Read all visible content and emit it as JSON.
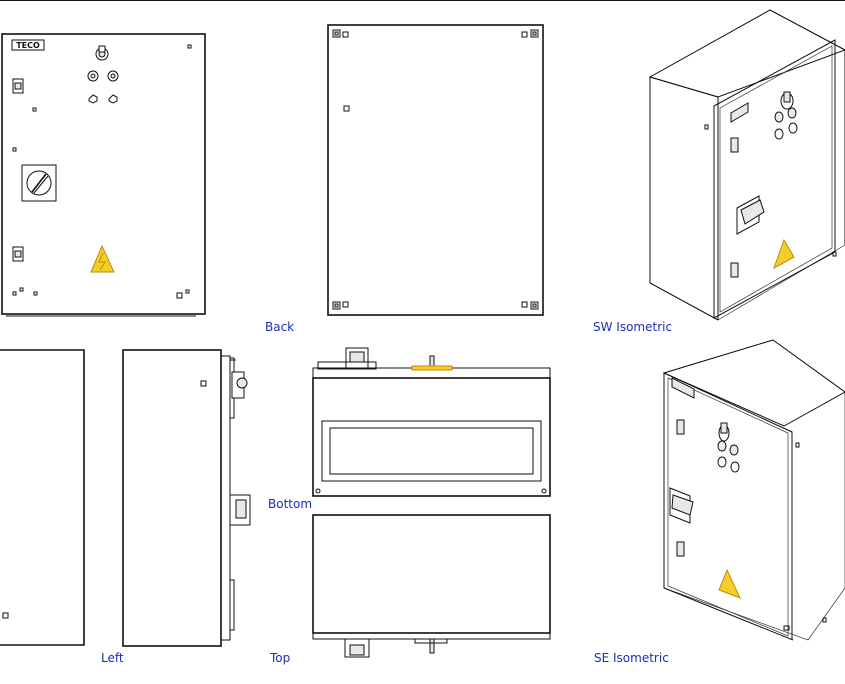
{
  "labels": {
    "back": "Back",
    "sw_isometric": "SW Isometric",
    "bottom": "Bottom",
    "left": "Left",
    "top": "Top",
    "se_isometric": "SE Isometric"
  },
  "logo_text": "TECO",
  "colors": {
    "label": "#1a2fb0",
    "line": "#111111",
    "warning_fill": "#f3cd2a",
    "background": "#ffffff"
  }
}
